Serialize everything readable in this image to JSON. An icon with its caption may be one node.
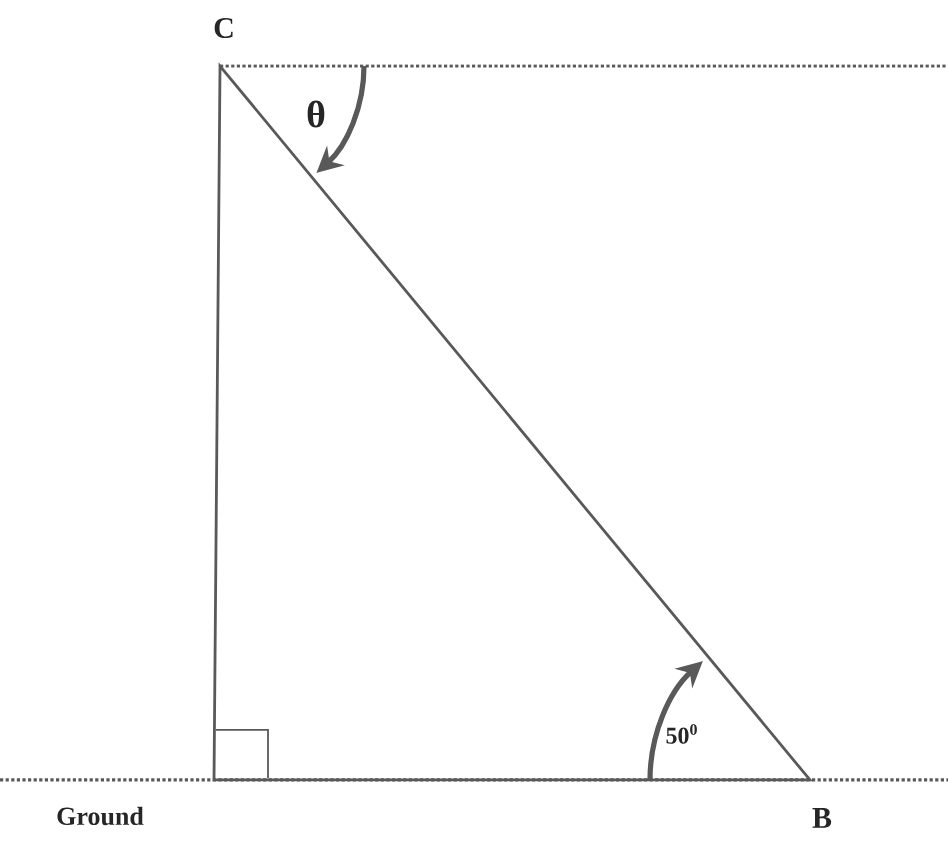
{
  "diagram": {
    "labels": [
      "C",
      "θ",
      "50$^{0}$",
      "Ground",
      "B"
    ]
  }
}
